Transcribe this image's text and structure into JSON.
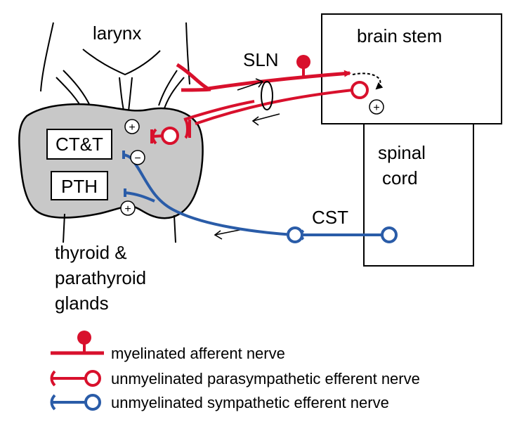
{
  "labels": {
    "larynx": "larynx",
    "brain_stem": "brain stem",
    "spinal_cord_line1": "spinal",
    "spinal_cord_line2": "cord",
    "sln": "SLN",
    "cst": "CST",
    "ctt": "CT&T",
    "pth": "PTH",
    "thyroid_line1": "thyroid &",
    "thyroid_line2": "parathyroid",
    "thyroid_line3": "glands"
  },
  "signs": {
    "plus": "+",
    "minus": "−"
  },
  "legend": [
    {
      "symbol": "myelinated-afferent",
      "color": "#d8102c",
      "label": "myelinated afferent nerve"
    },
    {
      "symbol": "parasympathetic-efferent",
      "color": "#d8102c",
      "label": "unmyelinated parasympathetic efferent nerve"
    },
    {
      "symbol": "sympathetic-efferent",
      "color": "#2a5ca8",
      "label": "unmyelinated sympathetic efferent nerve"
    }
  ],
  "colors": {
    "red": "#d8102c",
    "blue": "#2a5ca8",
    "gland_fill": "#c8c8c8",
    "outline": "#000000"
  }
}
